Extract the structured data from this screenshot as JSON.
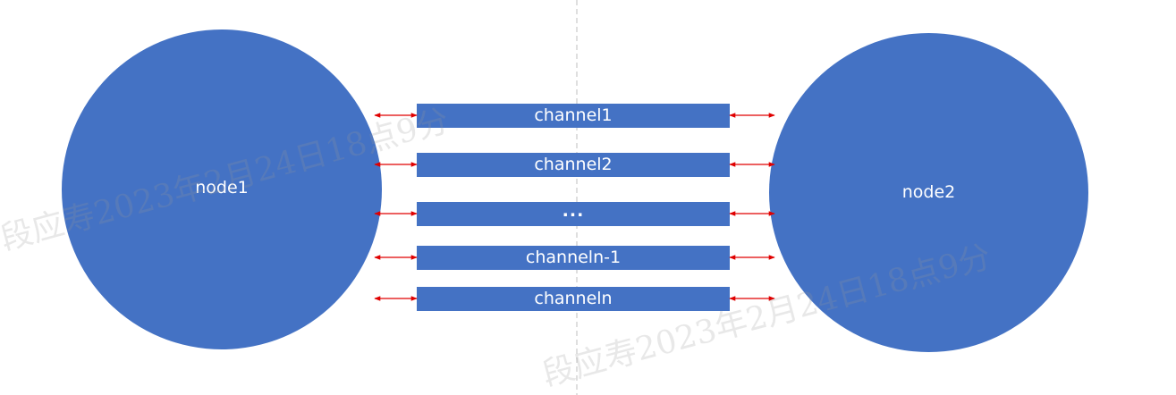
{
  "nodes": {
    "left": "node1",
    "right": "node2"
  },
  "channels": [
    "channel1",
    "channel2",
    "...",
    "channeln-1",
    "channeln"
  ],
  "watermark": "段应寿2023年2月24日18点9分",
  "colors": {
    "shape_fill": "#4472C4",
    "text": "#FFFFFF",
    "arrow": "#E00000",
    "divider": "#BFBFBF"
  }
}
